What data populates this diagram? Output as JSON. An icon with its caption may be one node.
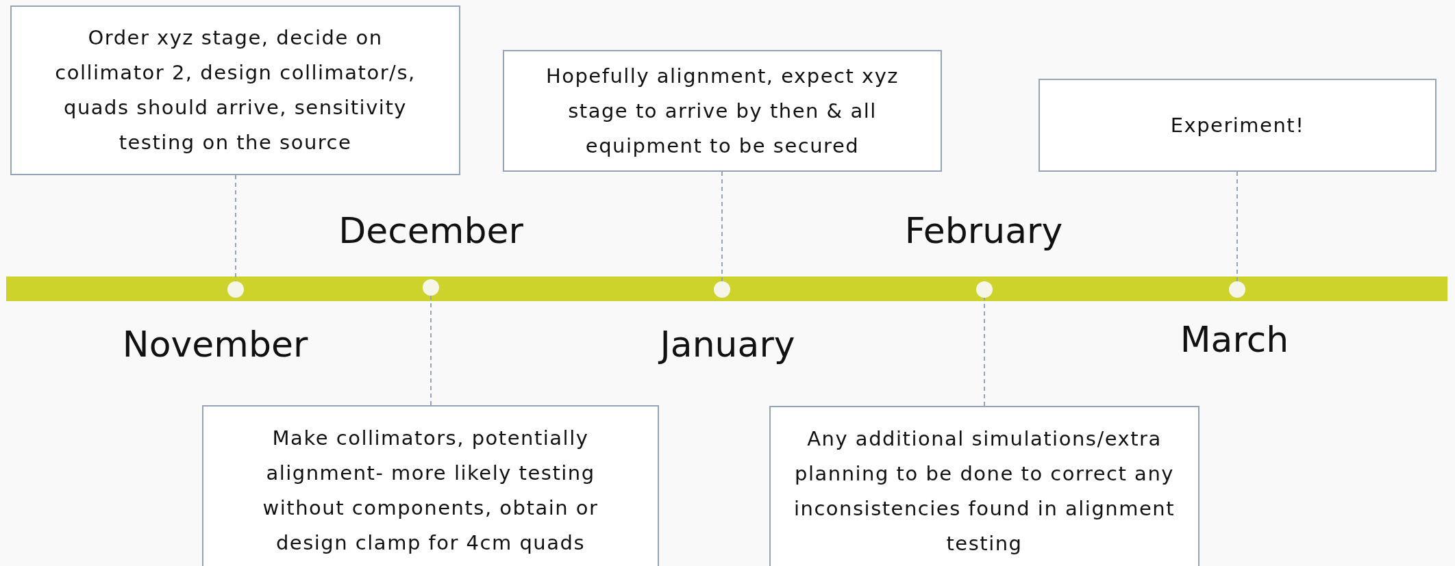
{
  "diagram": {
    "nodes": [
      {
        "text": [
          "Order xyz stage, decide on collimator 2, design collimator/s, quads should arrive, sensitivity testing on the source"
        ]
      },
      {
        "text": [
          "Hopefully alignment, expect xyz stage to arrive by then & all equipment to be secured"
        ]
      },
      {
        "text": [
          "Experiment!"
        ]
      },
      {
        "text": [],
        "shape": "circle",
        "beside": [
          "November"
        ]
      },
      {
        "text": [],
        "shape": "circle",
        "beside": [
          "December"
        ]
      },
      {
        "text": [],
        "shape": "circle",
        "beside": [
          "January"
        ]
      },
      {
        "text": [],
        "shape": "circle",
        "beside": [
          "February"
        ]
      },
      {
        "text": [],
        "shape": "circle",
        "beside": [
          "March"
        ]
      },
      {
        "text": [
          "Make collimators, potentially alignment- more likely testing without components, obtain or design clamp for 4cm quads"
        ]
      },
      {
        "text": [
          "Any additional simulations/extra planning to be done to correct any inconsistencies found in alignment testing"
        ]
      }
    ],
    "edges": [
      {
        "from": 0,
        "to": 3,
        "arrow": "none",
        "style": "dashed"
      },
      {
        "from": 1,
        "to": 5,
        "arrow": "none",
        "style": "dashed"
      },
      {
        "from": 2,
        "to": 7,
        "arrow": "none",
        "style": "dashed"
      },
      {
        "from": 8,
        "to": 4,
        "arrow": "none",
        "style": "dashed"
      },
      {
        "from": 9,
        "to": 6,
        "arrow": "none",
        "style": "dashed"
      }
    ]
  }
}
